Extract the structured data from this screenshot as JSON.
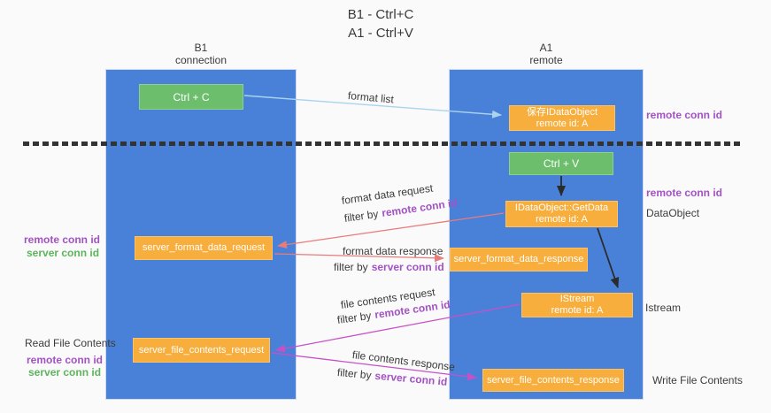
{
  "title": {
    "line1": "B1 - Ctrl+C",
    "line2": "A1 - Ctrl+V"
  },
  "columns": {
    "left": {
      "name": "B1",
      "sub": "connection"
    },
    "right": {
      "name": "A1",
      "sub": "remote"
    }
  },
  "boxes": {
    "ctrl_c": "Ctrl + C",
    "ctrl_v": "Ctrl + V",
    "save_idataobject": {
      "line1": "保存IDataObject",
      "line2": "remote id: A"
    },
    "getdata": {
      "line1": "IDataObject::GetData",
      "line2": "remote id: A"
    },
    "istream": {
      "line1": "IStream",
      "line2": "remote id: A"
    },
    "server_format_data_request": "server_format_data_request",
    "server_format_data_response": "server_format_data_response",
    "server_file_contents_request": "server_file_contents_request",
    "server_file_contents_response": "server_file_contents_response"
  },
  "labels": {
    "format_list": "format list",
    "format_data_request": "format data request",
    "format_data_response": "format data response",
    "file_contents_request": "file contents request",
    "file_contents_response": "file contents response",
    "filter_by": "filter by",
    "remote_conn_id": "remote conn id",
    "server_conn_id": "server conn id"
  },
  "side_labels": {
    "remote_conn_id": "remote conn id",
    "server_conn_id": "server conn id",
    "dataobject": "DataObject",
    "istream": "Istream",
    "read_file_contents": "Read File Contents",
    "write_file_contents": "Write File Contents"
  },
  "colors": {
    "blue": "#4A81D8",
    "orange": "#F8AE3C",
    "green": "#6CBE6C",
    "light_blue": "#A9D3EE",
    "salmon": "#E97B7B",
    "magenta": "#C750C7",
    "purple_text": "#A352C5",
    "green_text": "#5CB55C",
    "dark_text": "#3B3B3B",
    "dash": "#333333",
    "background": "#FAFAFA",
    "box_text": "#FFFFFF"
  }
}
